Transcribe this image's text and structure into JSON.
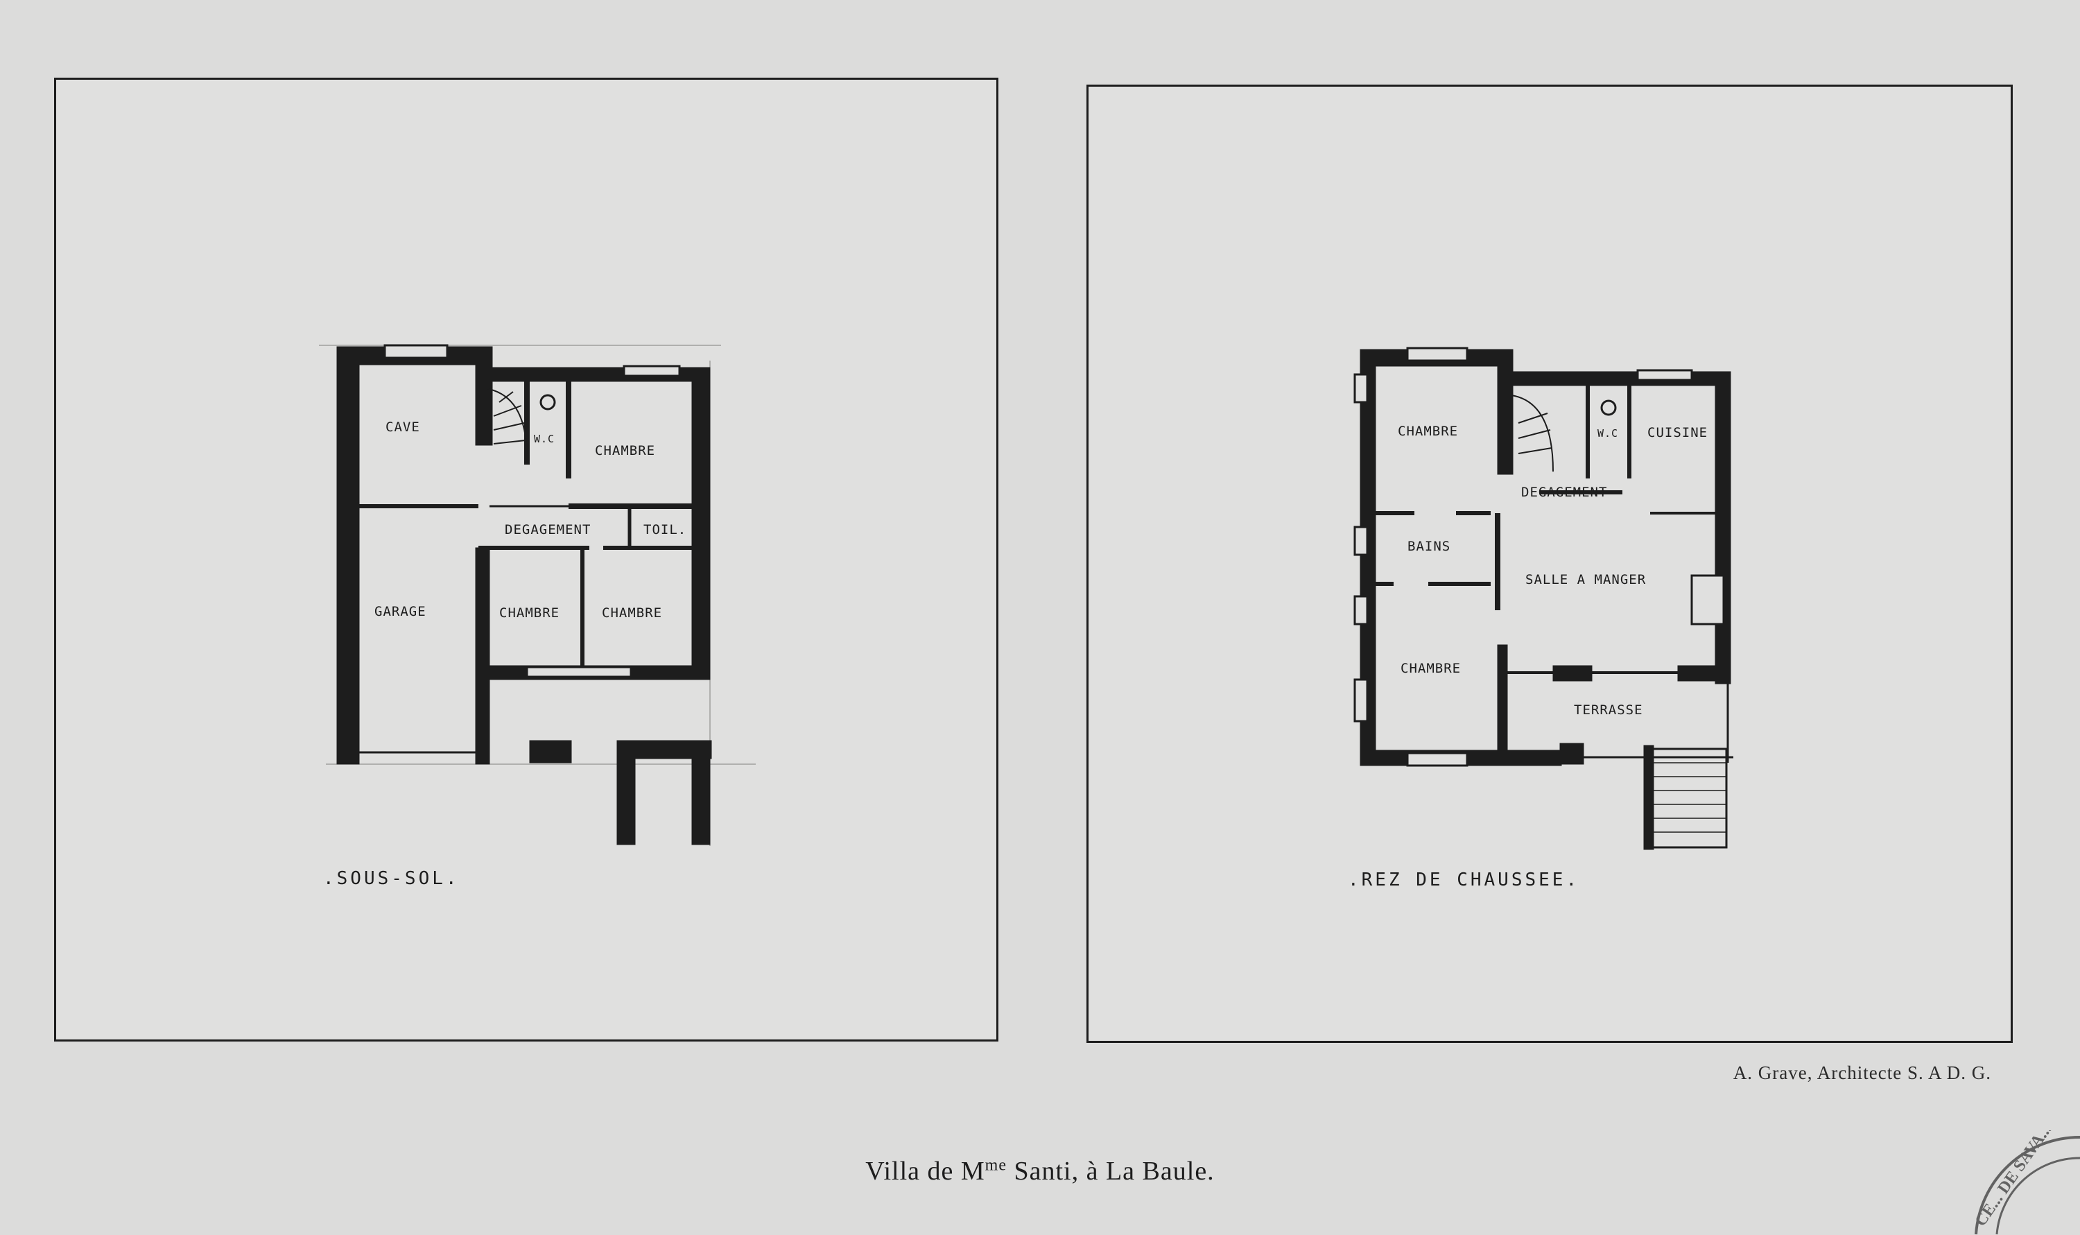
{
  "plans": {
    "sous_sol": {
      "title": ".SOUS-SOL.",
      "rooms": {
        "cave": "CAVE",
        "wc": "W.C",
        "chambre_top": "CHAMBRE",
        "degagement": "DEGAGEMENT",
        "toil": "TOIL.",
        "garage": "GARAGE",
        "chambre_mid": "CHAMBRE",
        "chambre_right": "CHAMBRE"
      }
    },
    "rez_de_chaussee": {
      "title": ".REZ DE CHAUSSEE.",
      "rooms": {
        "chambre_top": "CHAMBRE",
        "wc": "W.C",
        "cuisine": "CUISINE",
        "degagement": "DEGAGEMENT",
        "bains": "BAINS",
        "salle_a_manger": "SALLE A MANGER",
        "chambre_bottom": "CHAMBRE",
        "terrasse": "TERRASSE"
      }
    }
  },
  "credit": "A. Grave, Architecte S. A D. G.",
  "caption": {
    "before": "Villa de M",
    "superscript": "me",
    "after": " Santi, à La Baule."
  },
  "stamp": {
    "text": "CE... DE SAVA..."
  },
  "colors": {
    "ink": "#1d1d1d",
    "paper": "#e0e0df"
  }
}
